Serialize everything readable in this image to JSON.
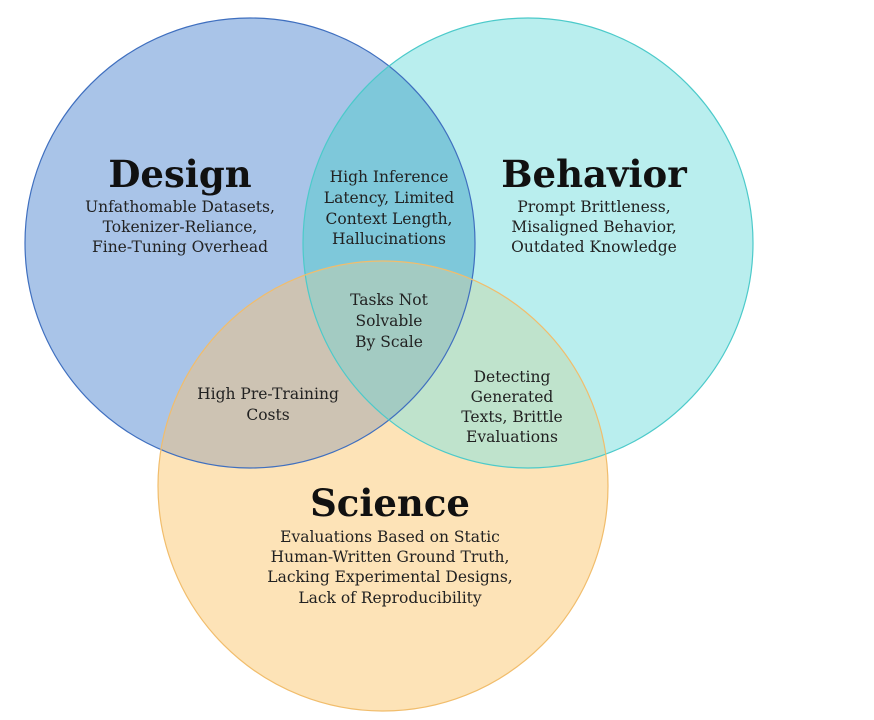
{
  "diagram": {
    "type": "venn",
    "sets": [
      {
        "id": "design",
        "title": "Design",
        "fill": "#a9c4e8",
        "stroke": "#3f6fbf",
        "items": [
          "Unfathomable Datasets,",
          "Tokenizer-Reliance,",
          "Fine-Tuning Overhead"
        ]
      },
      {
        "id": "behavior",
        "title": "Behavior",
        "fill": "#b9eeee",
        "stroke": "#4ccaca",
        "items": [
          "Prompt Brittleness,",
          "Misaligned Behavior,",
          "Outdated Knowledge"
        ]
      },
      {
        "id": "science",
        "title": "Science",
        "fill": "#fde3b7",
        "stroke": "#f1bd6c",
        "items": [
          "Evaluations Based on Static",
          "Human-Written Ground Truth,",
          "Lacking Experimental Designs,",
          "Lack of Reproducibility"
        ]
      }
    ],
    "overlaps": {
      "design_behavior": [
        "High Inference",
        "Latency, Limited",
        "Context Length,",
        "Hallucinations"
      ],
      "design_science": [
        "High Pre-Training",
        "Costs"
      ],
      "behavior_science": [
        "Detecting",
        "Generated",
        "Texts, Brittle",
        "Evaluations"
      ],
      "all": [
        "Tasks Not",
        "Solvable",
        "By Scale"
      ]
    }
  }
}
